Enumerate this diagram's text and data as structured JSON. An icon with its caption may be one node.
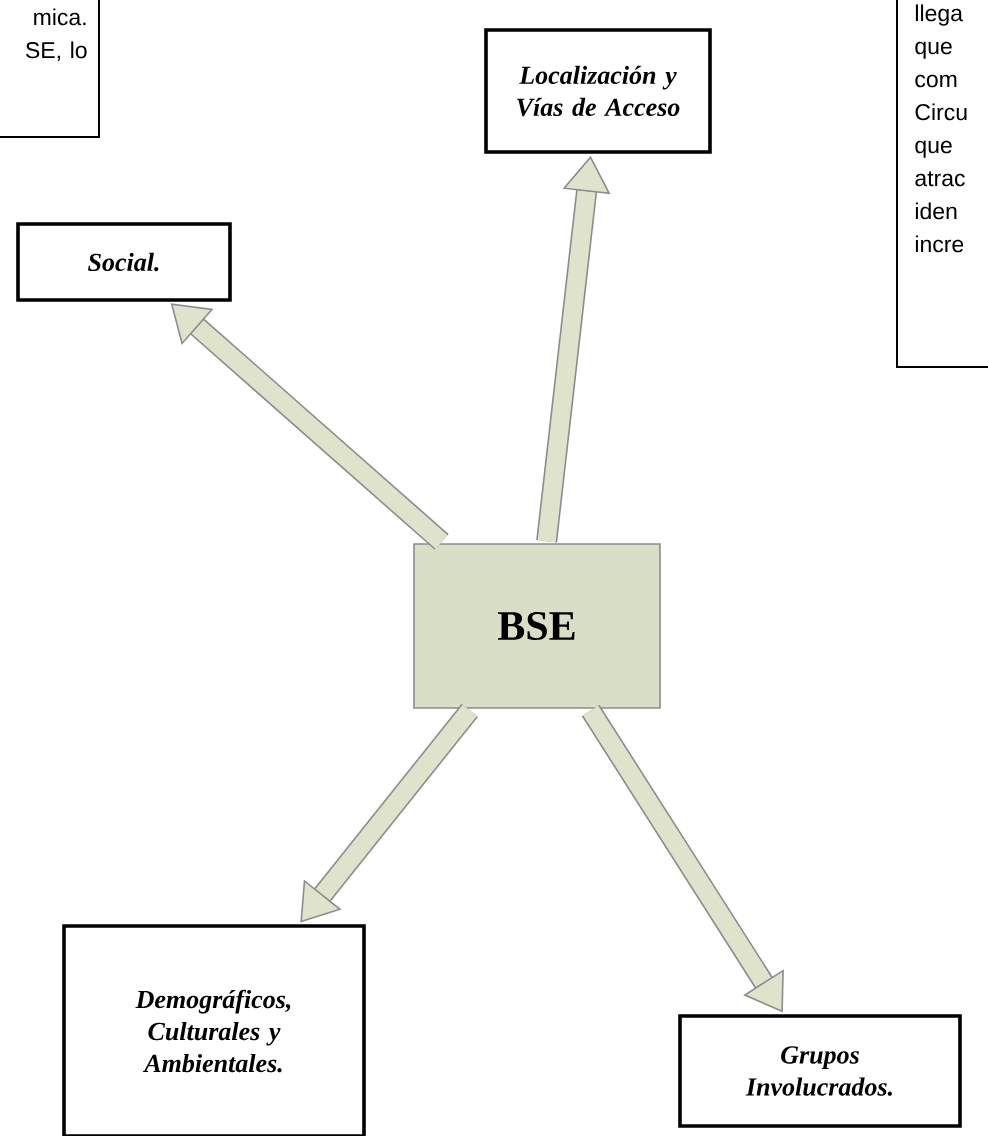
{
  "diagram": {
    "nodes": [
      {
        "text": [
          "mica. SE, lo"
        ]
      },
      {
        "text": [
          "Localización y Vías de Acceso"
        ]
      },
      {
        "text": [
          "llega que com Circu que atrac iden incre"
        ]
      },
      {
        "text": [
          "Social."
        ]
      },
      {
        "text": [
          "BSE"
        ]
      },
      {
        "text": [
          "Demográficos, Culturales y Ambientales."
        ]
      },
      {
        "text": [
          "Grupos Involucrados."
        ]
      }
    ],
    "edges": [
      {
        "from": 4,
        "to": 1,
        "arrow": "to"
      },
      {
        "from": 4,
        "to": 3,
        "arrow": "to"
      },
      {
        "from": 4,
        "to": 5,
        "arrow": "to"
      },
      {
        "from": 4,
        "to": 6,
        "arrow": "to"
      }
    ]
  }
}
